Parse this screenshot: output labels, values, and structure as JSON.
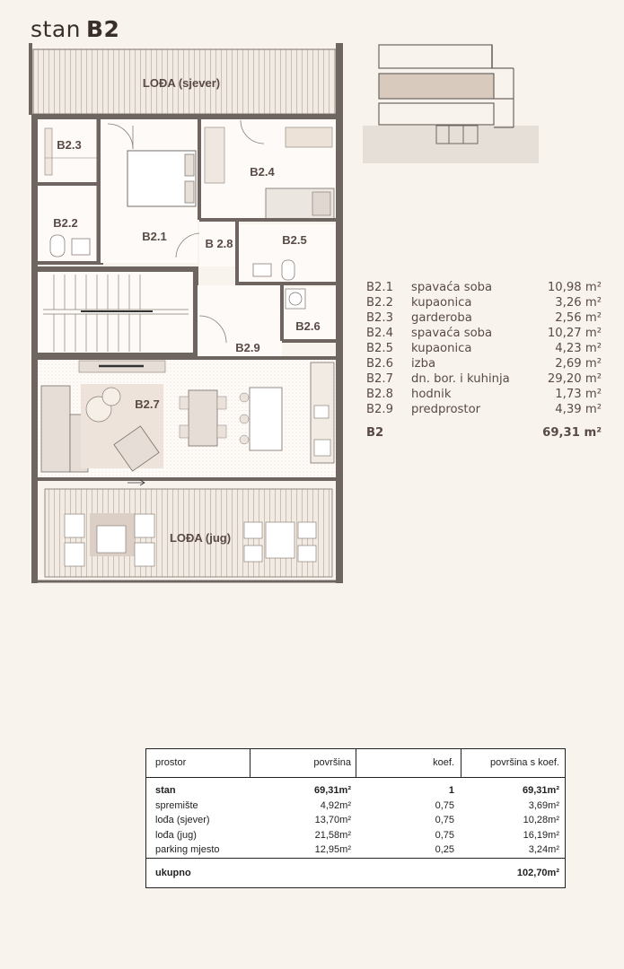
{
  "header": {
    "prefix": "stan",
    "unit": "B2"
  },
  "plan_labels": {
    "loggia_north": "LOĐA (sjever)",
    "loggia_south": "LOĐA (jug)",
    "b21": "B2.1",
    "b22": "B2.2",
    "b23": "B2.3",
    "b24": "B2.4",
    "b25": "B2.5",
    "b26": "B2.6",
    "b27": "B2.7",
    "b28": "B 2.8",
    "b29": "B2.9"
  },
  "rooms": [
    {
      "code": "B2.1",
      "name": "spavaća soba",
      "area": "10,98",
      "unit": "m²"
    },
    {
      "code": "B2.2",
      "name": "kupaonica",
      "area": "3,26",
      "unit": "m²"
    },
    {
      "code": "B2.3",
      "name": "garderoba",
      "area": "2,56",
      "unit": "m²"
    },
    {
      "code": "B2.4",
      "name": "spavaća soba",
      "area": "10,27",
      "unit": "m²"
    },
    {
      "code": "B2.5",
      "name": "kupaonica",
      "area": "4,23",
      "unit": "m²"
    },
    {
      "code": "B2.6",
      "name": "izba",
      "area": "2,69",
      "unit": "m²"
    },
    {
      "code": "B2.7",
      "name": "dn. bor. i kuhinja",
      "area": "29,20",
      "unit": "m²"
    },
    {
      "code": "B2.8",
      "name": "hodnik",
      "area": "1,73",
      "unit": "m²"
    },
    {
      "code": "B2.9",
      "name": "predprostor",
      "area": "4,39",
      "unit": "m²"
    }
  ],
  "rooms_total": {
    "code": "B2",
    "area": "69,31",
    "unit": "m²"
  },
  "area_table": {
    "headers": [
      "prostor",
      "površina",
      "koef.",
      "površina s koef."
    ],
    "rows": [
      {
        "name": "stan",
        "area": "69,31m²",
        "coef": "1",
        "weighted": "69,31m²",
        "bold": true
      },
      {
        "name": "spremište",
        "area": "4,92m²",
        "coef": "0,75",
        "weighted": "3,69m²",
        "bold": false
      },
      {
        "name": "lođa (sjever)",
        "area": "13,70m²",
        "coef": "0,75",
        "weighted": "10,28m²",
        "bold": false
      },
      {
        "name": "lođa (jug)",
        "area": "21,58m²",
        "coef": "0,75",
        "weighted": "16,19m²",
        "bold": false
      },
      {
        "name": "parking mjesto",
        "area": "12,95m²",
        "coef": "0,25",
        "weighted": "3,24m²",
        "bold": false
      }
    ],
    "total_label": "ukupno",
    "total_value": "102,70m²"
  }
}
